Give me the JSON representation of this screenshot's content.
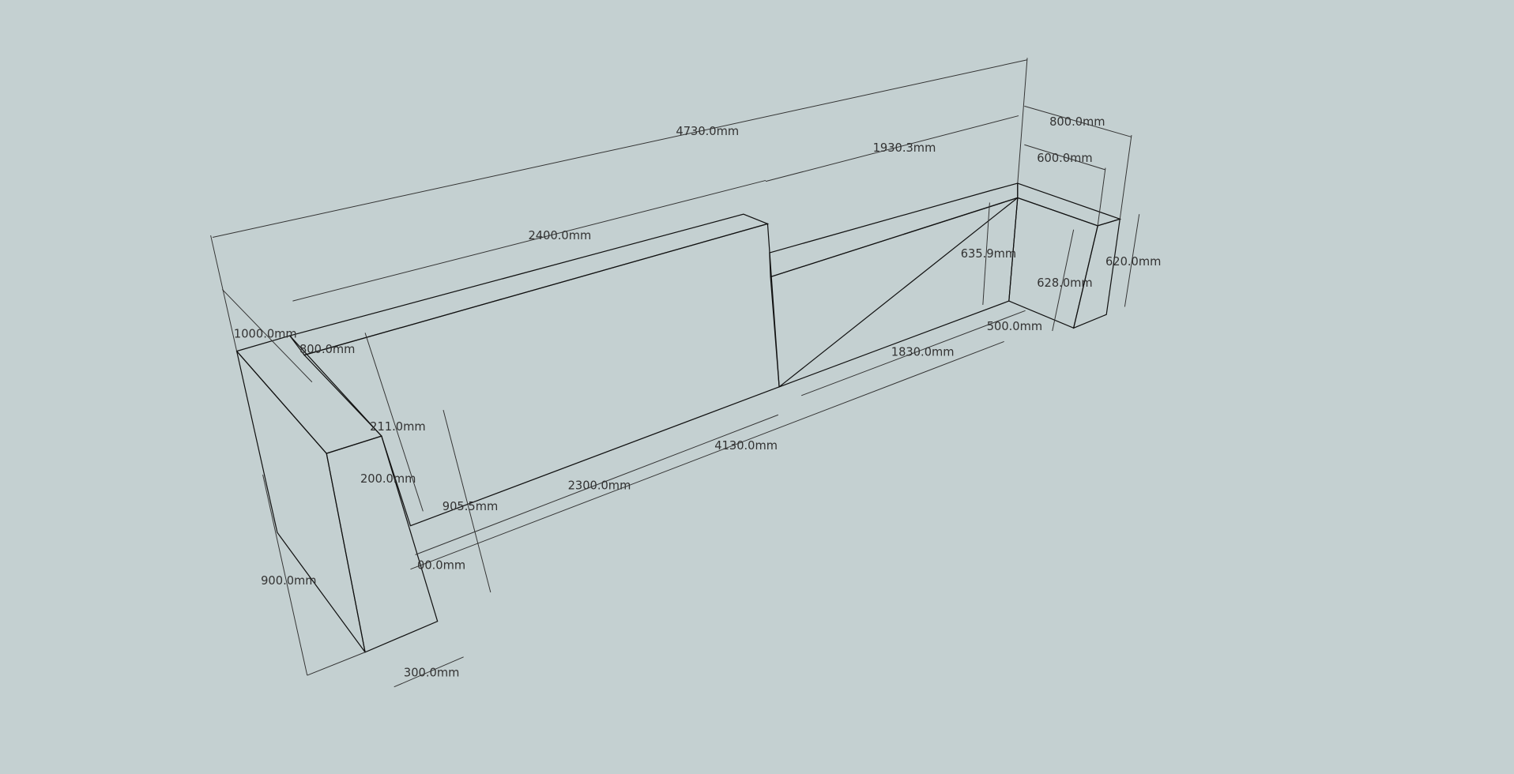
{
  "colors": {
    "background": "#c4d0d1",
    "top_face": "#c8c8c8",
    "face_white": "#fdfdfd",
    "face_light": "#f2f2f2",
    "face_grey": "#d4d4d4",
    "face_block": "#e0e0e0"
  },
  "dimensions": [
    {
      "id": "overall-length",
      "text": "4730.0mm"
    },
    {
      "id": "right-segment",
      "text": "1930.3mm"
    },
    {
      "id": "right-block-depth",
      "text": "800.0mm"
    },
    {
      "id": "right-block-inner",
      "text": "600.0mm"
    },
    {
      "id": "back-wall-length",
      "text": "2400.0mm"
    },
    {
      "id": "right-height-diag",
      "text": "635.9mm"
    },
    {
      "id": "right-block-height-inner",
      "text": "628.0mm"
    },
    {
      "id": "right-block-height",
      "text": "620.0mm"
    },
    {
      "id": "right-base",
      "text": "500.0mm"
    },
    {
      "id": "front-right",
      "text": "1830.0mm"
    },
    {
      "id": "left-block-width",
      "text": "1000.0mm"
    },
    {
      "id": "left-inner",
      "text": "800.0mm"
    },
    {
      "id": "left-diag",
      "text": "211.0mm"
    },
    {
      "id": "left-thickness",
      "text": "200.0mm"
    },
    {
      "id": "front-total",
      "text": "4130.0mm"
    },
    {
      "id": "front-left",
      "text": "2300.0mm"
    },
    {
      "id": "left-height",
      "text": "905.5mm"
    },
    {
      "id": "left-offset",
      "text": "00.0mm"
    },
    {
      "id": "left-block-height",
      "text": "900.0mm"
    },
    {
      "id": "left-block-base",
      "text": "300.0mm"
    }
  ]
}
